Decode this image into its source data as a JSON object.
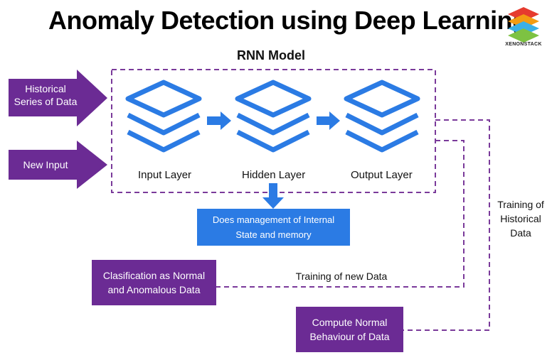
{
  "header": {
    "title": "Anomaly Detection using Deep Learning",
    "logo_text": "XENONSTACK"
  },
  "rnn": {
    "label": "RNN Model",
    "layers": [
      "Input Layer",
      "Hidden Layer",
      "Output Layer"
    ]
  },
  "inputs": {
    "historical_line1": "Historical",
    "historical_line2": "Series of Data",
    "new_input": "New Input"
  },
  "internal_state": {
    "line1": "Does management of Internal",
    "line2": "State and memory"
  },
  "classification": {
    "line1": "Clasification as Normal",
    "line2": "and Anomalous Data"
  },
  "compute": {
    "line1": "Compute Normal",
    "line2": "Behaviour of Data"
  },
  "labels": {
    "training_new": "Training of new Data",
    "training_hist_line1": "Training of",
    "training_hist_line2": "Historical",
    "training_hist_line3": "Data"
  },
  "colors": {
    "purple": "#6b2b94",
    "blue": "#2b7be4",
    "dashed": "#7a3a9a"
  }
}
